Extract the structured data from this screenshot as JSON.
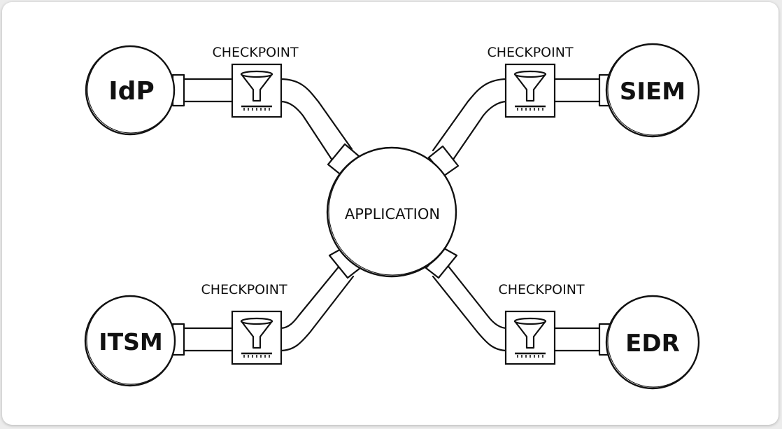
{
  "diagram": {
    "center": {
      "label": "APPLICATION"
    },
    "checkpoint_label": "CHECKPOINT",
    "nodes": {
      "idp": {
        "label": "IdP"
      },
      "siem": {
        "label": "SIEM"
      },
      "itsm": {
        "label": "ITSM"
      },
      "edr": {
        "label": "EDR"
      }
    },
    "checkpoints": [
      {
        "label": "CHECKPOINT",
        "icon": "funnel-filter-icon"
      },
      {
        "label": "CHECKPOINT",
        "icon": "funnel-filter-icon"
      },
      {
        "label": "CHECKPOINT",
        "icon": "funnel-filter-icon"
      },
      {
        "label": "CHECKPOINT",
        "icon": "funnel-filter-icon"
      }
    ]
  },
  "colors": {
    "ink": "#111111",
    "background": "#ffffff",
    "frame": "#ececec"
  }
}
